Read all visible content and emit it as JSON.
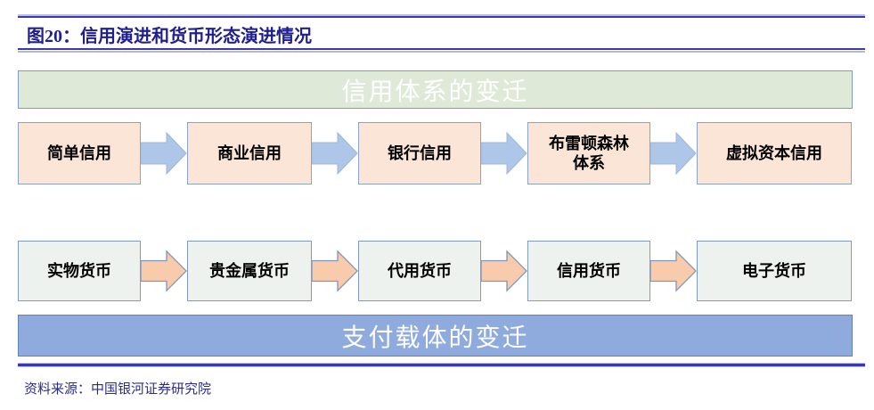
{
  "colors": {
    "title_blue": "#1F1F8E",
    "rule_blue": "#3A3AA8",
    "footer_blue": "#2B2B8F",
    "banner_text": "#FFFFFF",
    "banner_green_bg": "#DEEAD7",
    "banner_green_border": "#7E9CC4",
    "banner_blue_bg": "#8FAADC",
    "banner_blue_border": "#6180BC",
    "credit_box_bg": "#FBE5D6",
    "credit_box_border": "#8CA3C7",
    "money_box_bg": "#EDF2EF",
    "money_box_border": "#7F9CC7",
    "arrow_blue": "#AEC6E8",
    "arrow_blue_border": "#9FB5D8",
    "arrow_orange": "#F8CBAD",
    "arrow_orange_border": "#8096B8",
    "box_text": "#000000"
  },
  "header": {
    "title": "图20：信用演进和货币形态演进情况"
  },
  "diagram": {
    "credit_banner": "信用体系的变迁",
    "credit_stages": [
      "简单信用",
      "商业信用",
      "银行信用",
      "布雷顿森林体系",
      "虚拟资本信用"
    ],
    "money_stages": [
      "实物货币",
      "贵金属货币",
      "代用货币",
      "信用货币",
      "电子货币"
    ],
    "payment_banner": "支付载体的变迁"
  },
  "footer": {
    "source": "资料来源：中国银河证券研究院"
  }
}
